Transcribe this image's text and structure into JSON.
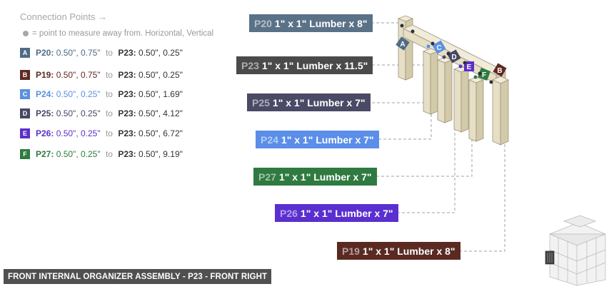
{
  "header": {
    "title": "Connection Points →",
    "legend_note": "= point to measure away from. Horizontal, Vertical"
  },
  "connections": [
    {
      "letter": "A",
      "color": "#4f6b86",
      "from_part": "P20:",
      "from_vals": "0.50\", 0.75\"",
      "to": "to",
      "to_part": "P23:",
      "to_vals": "0.50\", 0.25\""
    },
    {
      "letter": "B",
      "color": "#5e2a22",
      "from_part": "P19:",
      "from_vals": "0.50\", 0.75\"",
      "to": "to",
      "to_part": "P23:",
      "to_vals": "0.50\", 0.25\""
    },
    {
      "letter": "C",
      "color": "#5b8fe0",
      "from_part": "P24:",
      "from_vals": "0.50\", 0.25\"",
      "to": "to",
      "to_part": "P23:",
      "to_vals": "0.50\", 1.69\""
    },
    {
      "letter": "D",
      "color": "#474765",
      "from_part": "P25:",
      "from_vals": "0.50\", 0.25\"",
      "to": "to",
      "to_part": "P23:",
      "to_vals": "0.50\", 4.12\""
    },
    {
      "letter": "E",
      "color": "#5b2fc9",
      "from_part": "P26:",
      "from_vals": "0.50\", 0.25\"",
      "to": "to",
      "to_part": "P23:",
      "to_vals": "0.50\", 6.72\""
    },
    {
      "letter": "F",
      "color": "#2f7a40",
      "from_part": "P27:",
      "from_vals": "0.50\", 0.25\"",
      "to": "to",
      "to_part": "P23:",
      "to_vals": "0.50\", 9.19\""
    }
  ],
  "parts": [
    {
      "id": "P20",
      "desc": "1\" x 1\" Lumber  x 8\"",
      "color": "#5a7288"
    },
    {
      "id": "P23",
      "desc": "1\" x 1\" Lumber  x 11.5\"",
      "color": "#4a4a4a"
    },
    {
      "id": "P25",
      "desc": "1\" x 1\" Lumber  x 7\"",
      "color": "#4a4a66"
    },
    {
      "id": "P24",
      "desc": "1\" x 1\" Lumber  x 7\"",
      "color": "#5a8ee8"
    },
    {
      "id": "P27",
      "desc": "1\" x 1\" Lumber  x 7\"",
      "color": "#2f7a40"
    },
    {
      "id": "P26",
      "desc": "1\" x 1\" Lumber  x 7\"",
      "color": "#5a2fd0"
    },
    {
      "id": "P19",
      "desc": "1\" x 1\" Lumber  x 8\"",
      "color": "#5a2a22"
    }
  ],
  "footer": "FRONT INTERNAL ORGANIZER ASSEMBLY - P23 - FRONT RIGHT",
  "colors": {
    "wood_front": "#e6dfc6",
    "wood_side": "#d3caa9",
    "wood_top": "#f1ecda",
    "leader": "#9aa3ad"
  }
}
